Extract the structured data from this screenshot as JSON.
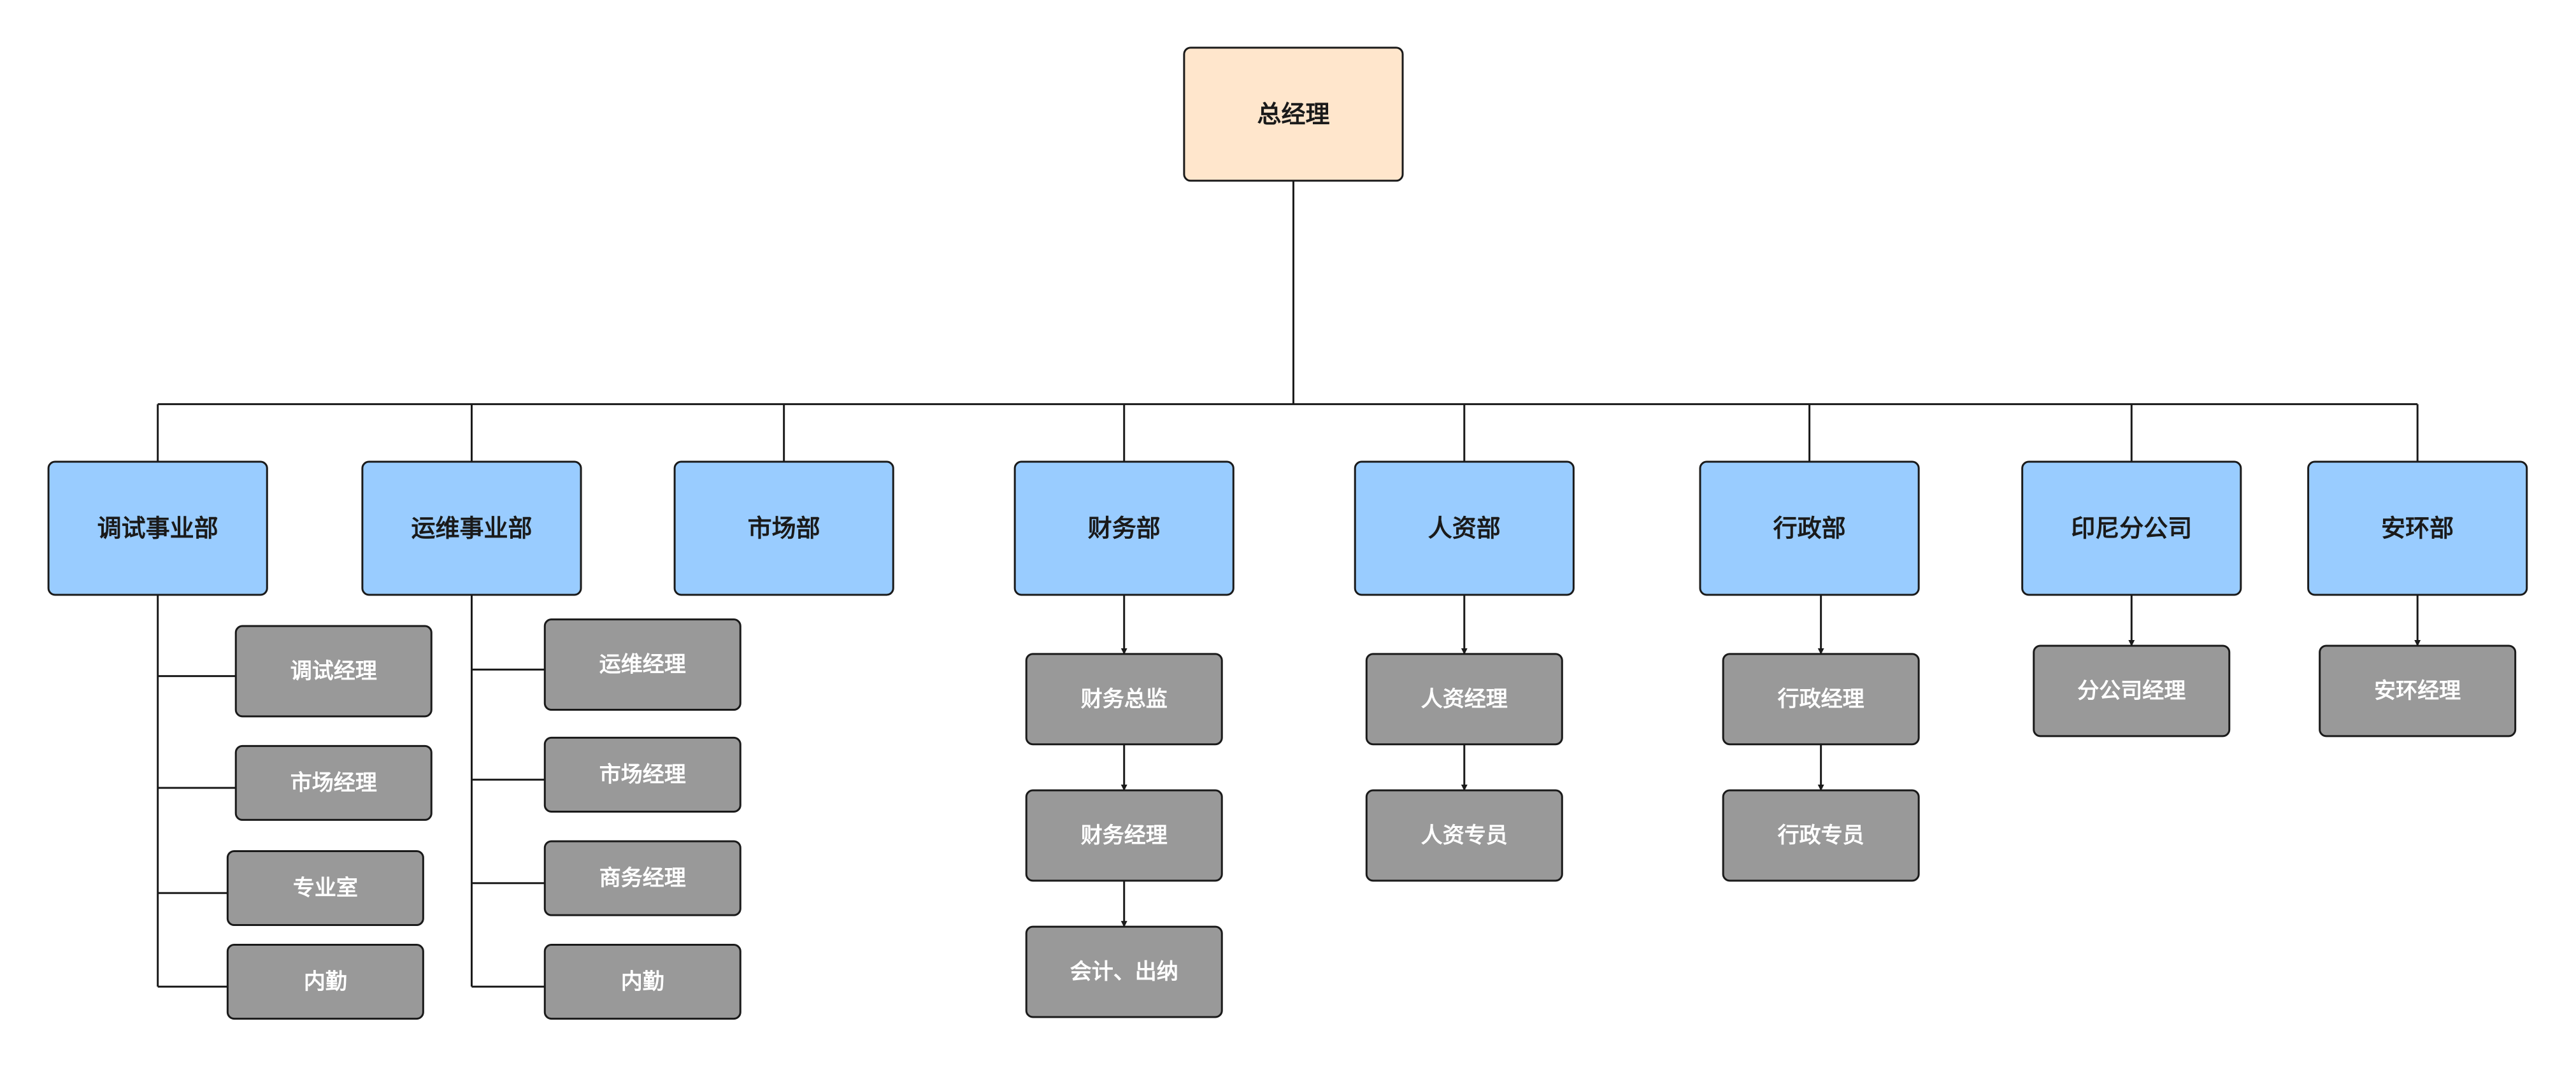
{
  "colors": {
    "root_fill": "#ffe6cc",
    "department_fill": "#99ccff",
    "role_fill": "#999999",
    "root_text": "#1a1a1a",
    "department_text": "#1a1a1a",
    "role_text": "#ffffff",
    "line": "#1a1a1a"
  },
  "root": {
    "label": "总经理"
  },
  "departments": [
    {
      "label": "调试事业部",
      "roles": [
        "调试经理",
        "市场经理",
        "专业室",
        "内勤"
      ]
    },
    {
      "label": "运维事业部",
      "roles": [
        "运维经理",
        "市场经理",
        "商务经理",
        "内勤"
      ]
    },
    {
      "label": "市场部",
      "roles": []
    },
    {
      "label": "财务部",
      "roles": [
        "财务总监",
        "财务经理",
        "会计、出纳"
      ]
    },
    {
      "label": "人资部",
      "roles": [
        "人资经理",
        "人资专员"
      ]
    },
    {
      "label": "行政部",
      "roles": [
        "行政经理",
        "行政专员"
      ]
    },
    {
      "label": "印尼分公司",
      "roles": [
        "分公司经理"
      ]
    },
    {
      "label": "安环部",
      "roles": [
        "安环经理"
      ]
    }
  ]
}
